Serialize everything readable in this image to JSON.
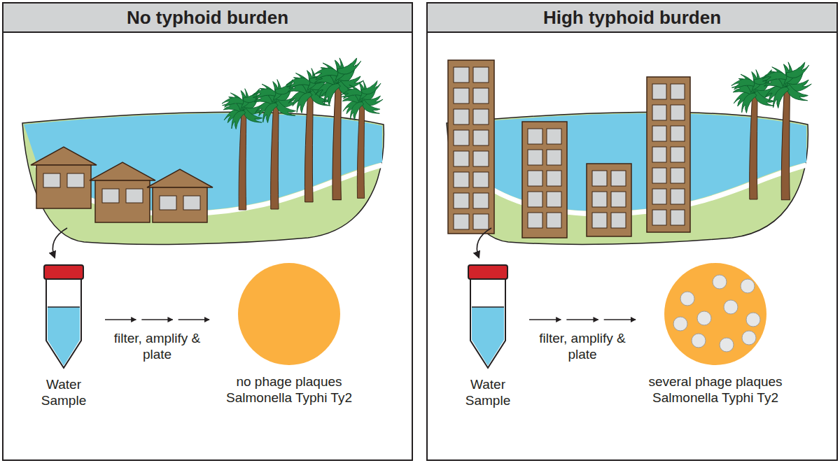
{
  "diagram": {
    "nodes": [
      {
        "text": [
          "No typhoid burden"
        ]
      },
      {
        "text": [
          "Water Sample"
        ],
        "in": 0
      },
      {
        "text": [
          "no phage plaques Salmonella Typhi Ty2"
        ],
        "in": 0
      },
      {
        "text": [
          "High typhoid burden"
        ]
      },
      {
        "text": [
          "Water Sample"
        ],
        "in": 3
      },
      {
        "text": [
          "several phage plaques Salmonella Typhi Ty2"
        ],
        "in": 3
      }
    ],
    "edges": [
      {
        "from": 1,
        "to": 2,
        "label": "filter, amplify & plate",
        "arrow": "to"
      },
      {
        "from": 4,
        "to": 5,
        "label": "filter, amplify & plate",
        "arrow": "to"
      }
    ]
  }
}
